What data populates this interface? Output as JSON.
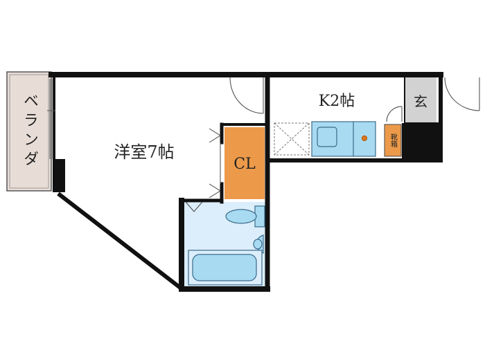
{
  "rooms": {
    "balcony": "ベランダ",
    "western_room": "洋室7帖",
    "closet": "CL",
    "kitchen": "K2帖",
    "entrance": "玄",
    "shoe_box": "靴箱"
  },
  "colors": {
    "wall": "#111111",
    "balcony_fill": "#e8ddd6",
    "entrance_fill": "#d2d2d2",
    "closet_fill": "#ec9a4a",
    "bath_fill": "#dceefb",
    "fixture_fill": "#a8dbf2",
    "fixture_stroke": "#3a6a8a",
    "stove_dot": "#e07a20"
  }
}
